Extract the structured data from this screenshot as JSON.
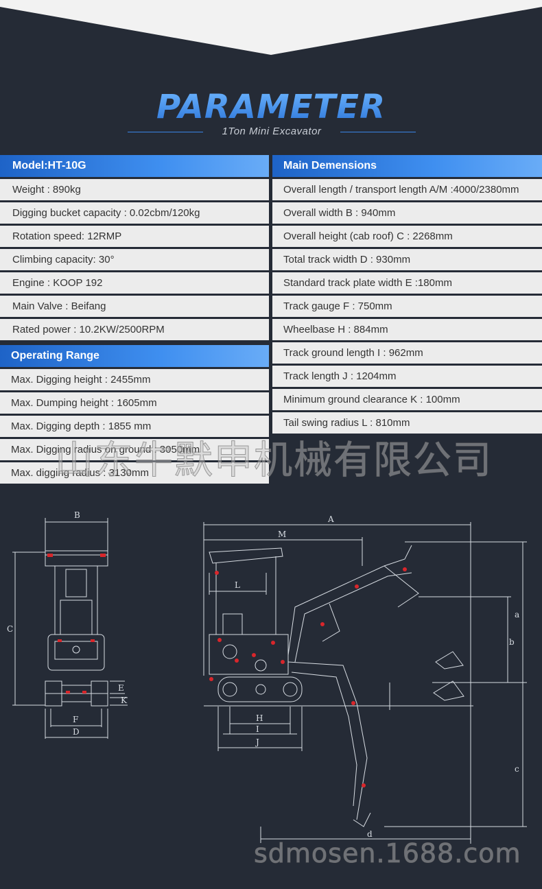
{
  "header": {
    "title": "PARAMETER",
    "subtitle": "1Ton Mini Excavator"
  },
  "model_panel": {
    "title": "Model:HT-10G",
    "rows": [
      "Weight : 890kg",
      "Digging bucket capacity : 0.02cbm/120kg",
      "Rotation speed: 12RMP",
      "Climbing capacity: 30°",
      "Engine : KOOP 192",
      "Main Valve : Beifang",
      "Rated power : 10.2KW/2500RPM"
    ]
  },
  "operating_range": {
    "title": "Operating Range",
    "rows": [
      "Max. Digging height : 2455mm",
      "Max. Dumping height : 1605mm",
      "Max. Digging depth : 1855 mm",
      "Max. Digging radius on ground : 3050mm",
      "Max. digging radius : 3130mm"
    ]
  },
  "main_dimensions": {
    "title": "Main Demensions",
    "rows": [
      "Overall length / transport length A/M :4000/2380mm",
      "Overall width  B : 940mm",
      "Overall height (cab roof) C : 2268mm",
      "Total track width D : 930mm",
      "Standard track plate width E :180mm",
      "Track gauge F : 750mm",
      "Wheelbase H : 884mm",
      "Track ground length I : 962mm",
      "Track length J : 1204mm",
      "Minimum ground clearance K : 100mm",
      "Tail swing radius L : 810mm"
    ]
  },
  "diagram_labels": {
    "front": [
      "B",
      "C",
      "E",
      "K",
      "F",
      "D"
    ],
    "side": [
      "A",
      "M",
      "L",
      "H",
      "I",
      "J",
      "a",
      "b",
      "c",
      "d"
    ]
  },
  "watermarks": {
    "company": "山东牛默申机械有限公司",
    "url": "sdmosen.1688.com"
  },
  "colors": {
    "background": "#252b36",
    "accent": "#3a8ef0",
    "row_bg": "#ececec"
  }
}
